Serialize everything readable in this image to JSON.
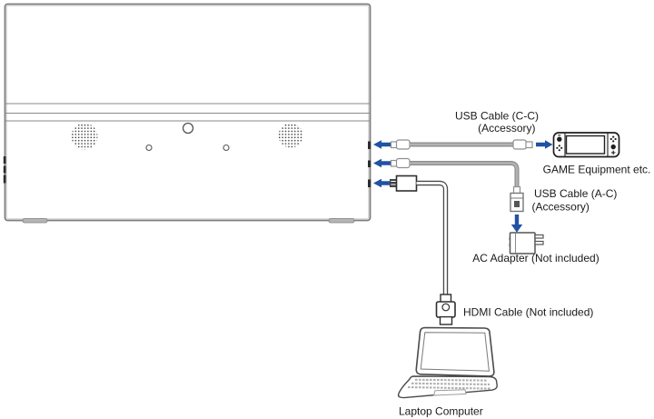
{
  "diagram": {
    "cables": {
      "usb_cc": {
        "label_line1": "USB Cable (C-C)",
        "label_line2": "(Accessory)"
      },
      "usb_ac": {
        "label_line1": "USB Cable (A-C)",
        "label_line2": "(Accessory)"
      },
      "hdmi": {
        "label": "HDMI Cable (Not included)"
      },
      "ac_adapter": {
        "label": "AC Adapter (Not included)"
      }
    },
    "devices": {
      "game_equipment": {
        "label": "GAME Equipment etc."
      },
      "laptop": {
        "label": "Laptop Computer"
      }
    },
    "colors": {
      "arrow_blue": "#2152a3",
      "cable_gray": "#9b9b9b",
      "hdmi_outline": "#3a3a3a",
      "monitor_outline": "#7d7d7d",
      "text": "#1a1a1a"
    }
  }
}
